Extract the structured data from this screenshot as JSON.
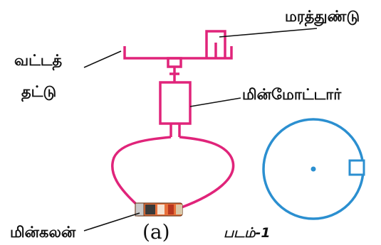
{
  "labels": {
    "wooden_block": "மரத்துண்டு",
    "disc_line1": "வட்டத்",
    "disc_line2": "தட்டு",
    "motor": "மின்மோட்டார்",
    "battery": "மின்கலன்"
  },
  "caption": "(a)",
  "figure_label": "படம்-1",
  "colors": {
    "wire": "#e0247a",
    "circle": "#2b8fd0",
    "leader": "#111111",
    "battery_body": "#e8703a"
  }
}
